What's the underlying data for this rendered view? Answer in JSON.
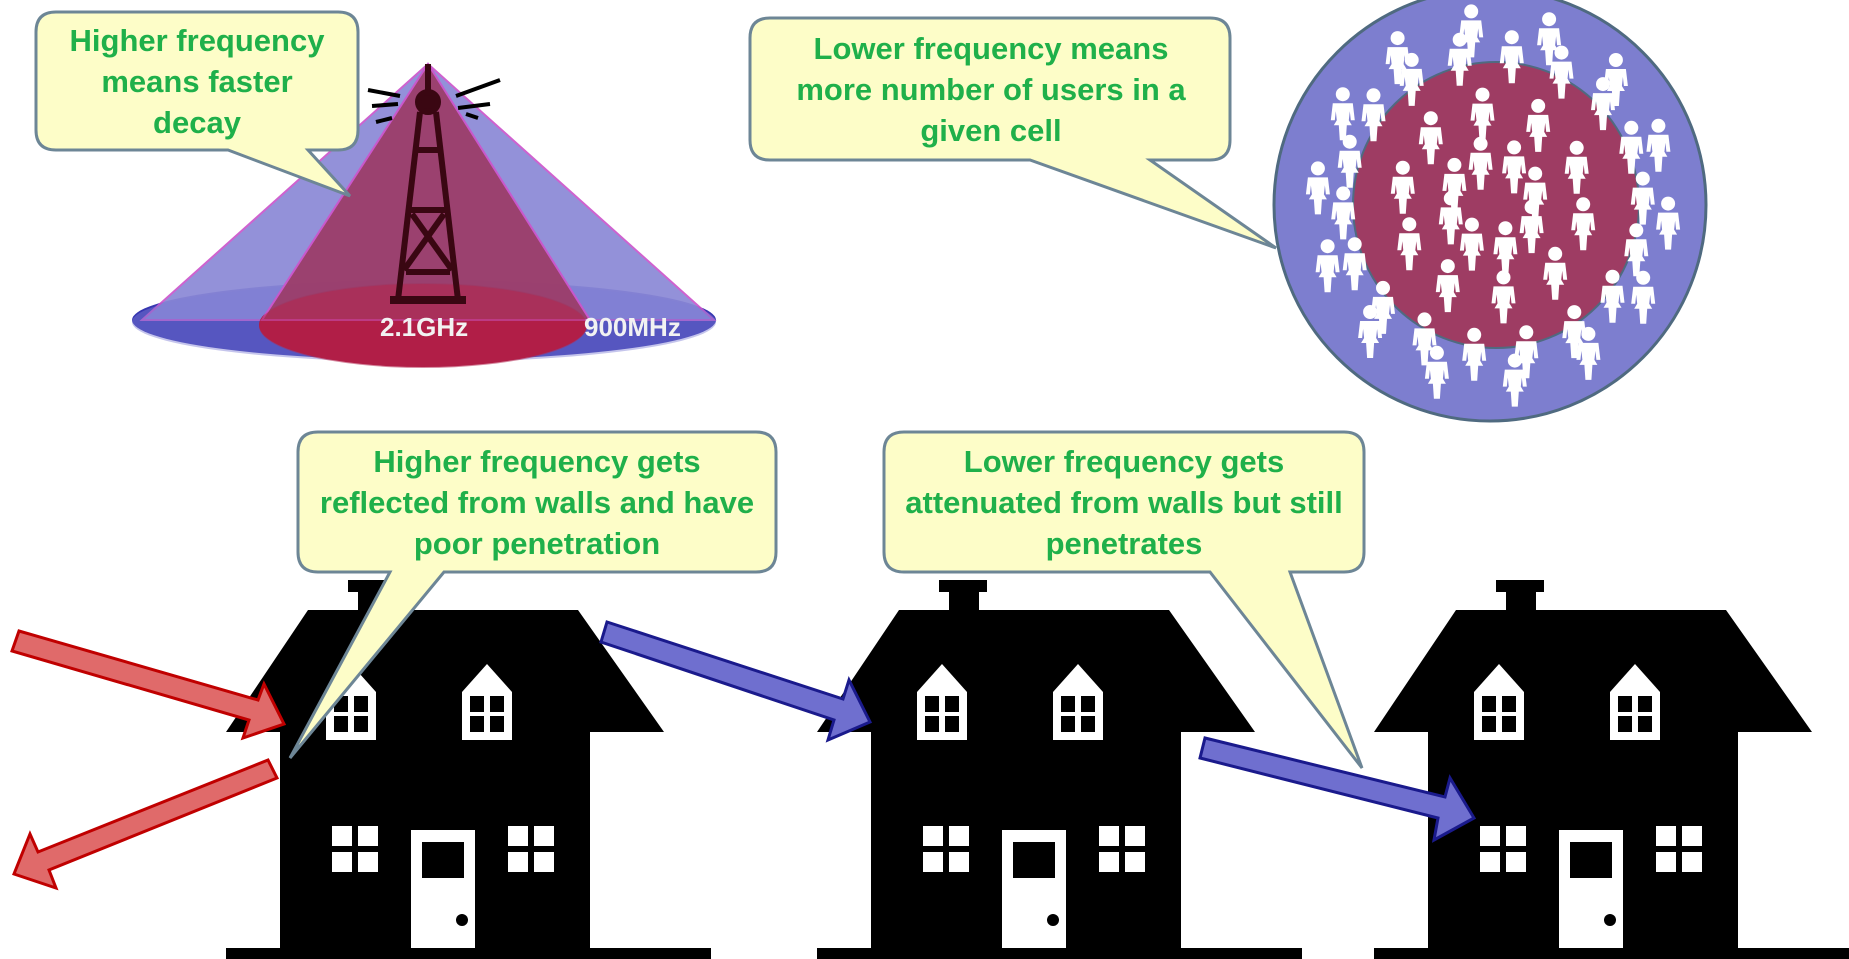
{
  "colors": {
    "callout_fill": "#fdfdc8",
    "callout_stroke": "#6d8696",
    "callout_text": "#1fb04a",
    "low_freq": "#6f6fcf",
    "high_freq": "#a01a3c",
    "reflected_arrow": "#e06a6a",
    "penetrating_arrow": "#6f6fcf",
    "house": "#000000"
  },
  "callouts": {
    "tower": "Higher frequency means faster decay",
    "cell": "Lower frequency means more number of users in a given cell",
    "reflect": "Higher frequency gets reflected from walls and have poor penetration",
    "attenuate": "Lower frequency gets attenuated from walls but still penetrates"
  },
  "labels": {
    "high_freq": "2.1GHz",
    "low_freq": "900MHz"
  },
  "icons": {
    "tower": "transmission-tower-icon",
    "person": "person-icon",
    "house": "house-icon"
  },
  "cell_users": {
    "inner_ring": 18,
    "outer_ring": 32
  }
}
